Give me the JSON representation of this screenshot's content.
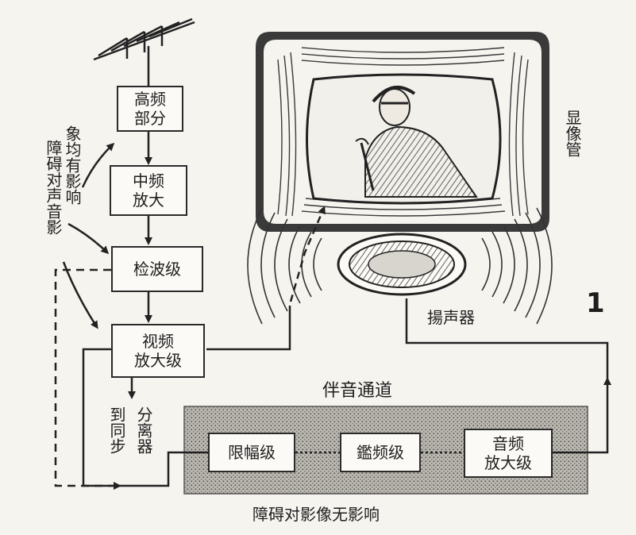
{
  "blocks": {
    "rf": [
      "高频",
      "部分"
    ],
    "if": [
      "中频",
      "放大"
    ],
    "detector": [
      "检波级"
    ],
    "video": [
      "视频",
      "放大级"
    ],
    "limiter": [
      "限幅级"
    ],
    "discriminator": [
      "鑑频级"
    ],
    "audio": [
      "音频",
      "放大级"
    ]
  },
  "labels": {
    "crt": "显像管",
    "speaker": "揚声器",
    "figure_number": "1",
    "sound_channel": "伴音通道",
    "left_note_col1": "障碍对声音影",
    "left_note_col2": "象均有影响",
    "sync_col1": "到同步",
    "sync_col2": "分离器",
    "bottom_note": "障碍对影像无影响"
  }
}
